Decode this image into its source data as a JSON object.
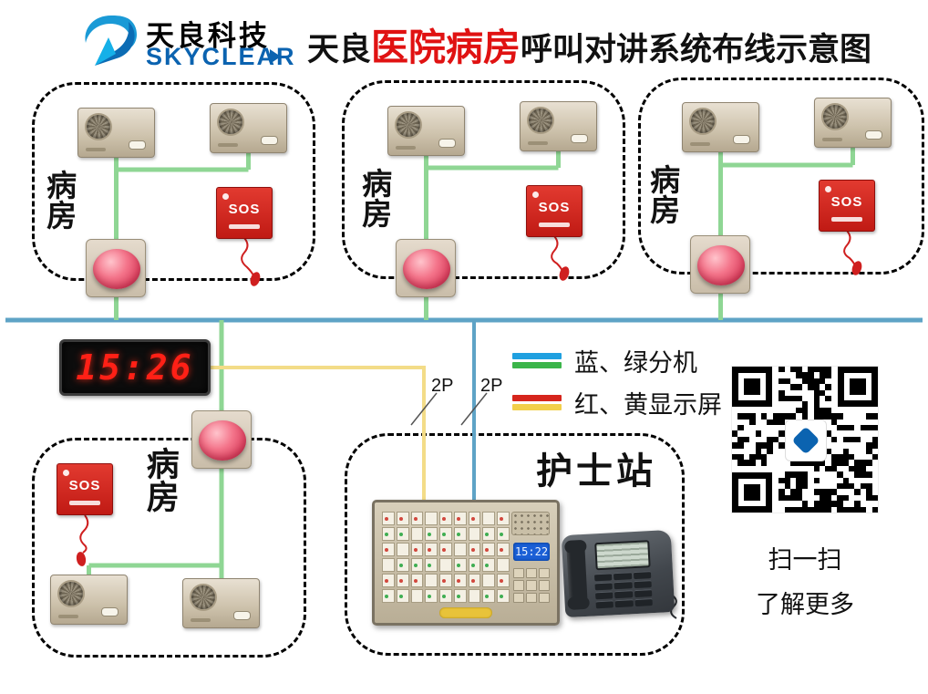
{
  "header": {
    "logo": {
      "brand_cn": "天良科技",
      "brand_en": "SKYCLEAR"
    },
    "title": {
      "prefix": "天良",
      "highlight": "医院病房",
      "suffix": "呼叫对讲系统布线示意图"
    }
  },
  "rooms": [
    {
      "label": "病房",
      "sos": "SOS"
    },
    {
      "label": "病房",
      "sos": "SOS"
    },
    {
      "label": "病房",
      "sos": "SOS"
    },
    {
      "label": "病房",
      "sos": "SOS"
    }
  ],
  "nurse_station": {
    "label": "护士站",
    "console_time": "15:22"
  },
  "clock": {
    "time": "15:26"
  },
  "cables": {
    "label_left": "2P",
    "label_right": "2P"
  },
  "legend": {
    "item1": "蓝、绿分机",
    "item2": "红、黄显示屏"
  },
  "qr": {
    "line1": "扫一扫",
    "line2": "了解更多"
  },
  "colors": {
    "green": "#8fd694",
    "trunk": "#5ea3c6",
    "yellow": "#f3dc88",
    "legend_blue": "#1fa0e0",
    "legend_green": "#3bb54a",
    "legend_red": "#d6251c",
    "legend_yellow": "#f2cf4a",
    "title_red": "#e01212",
    "brand_blue": "#0b63b0",
    "sos_red": "#cf1f1f",
    "clock_red": "#ff2016"
  }
}
